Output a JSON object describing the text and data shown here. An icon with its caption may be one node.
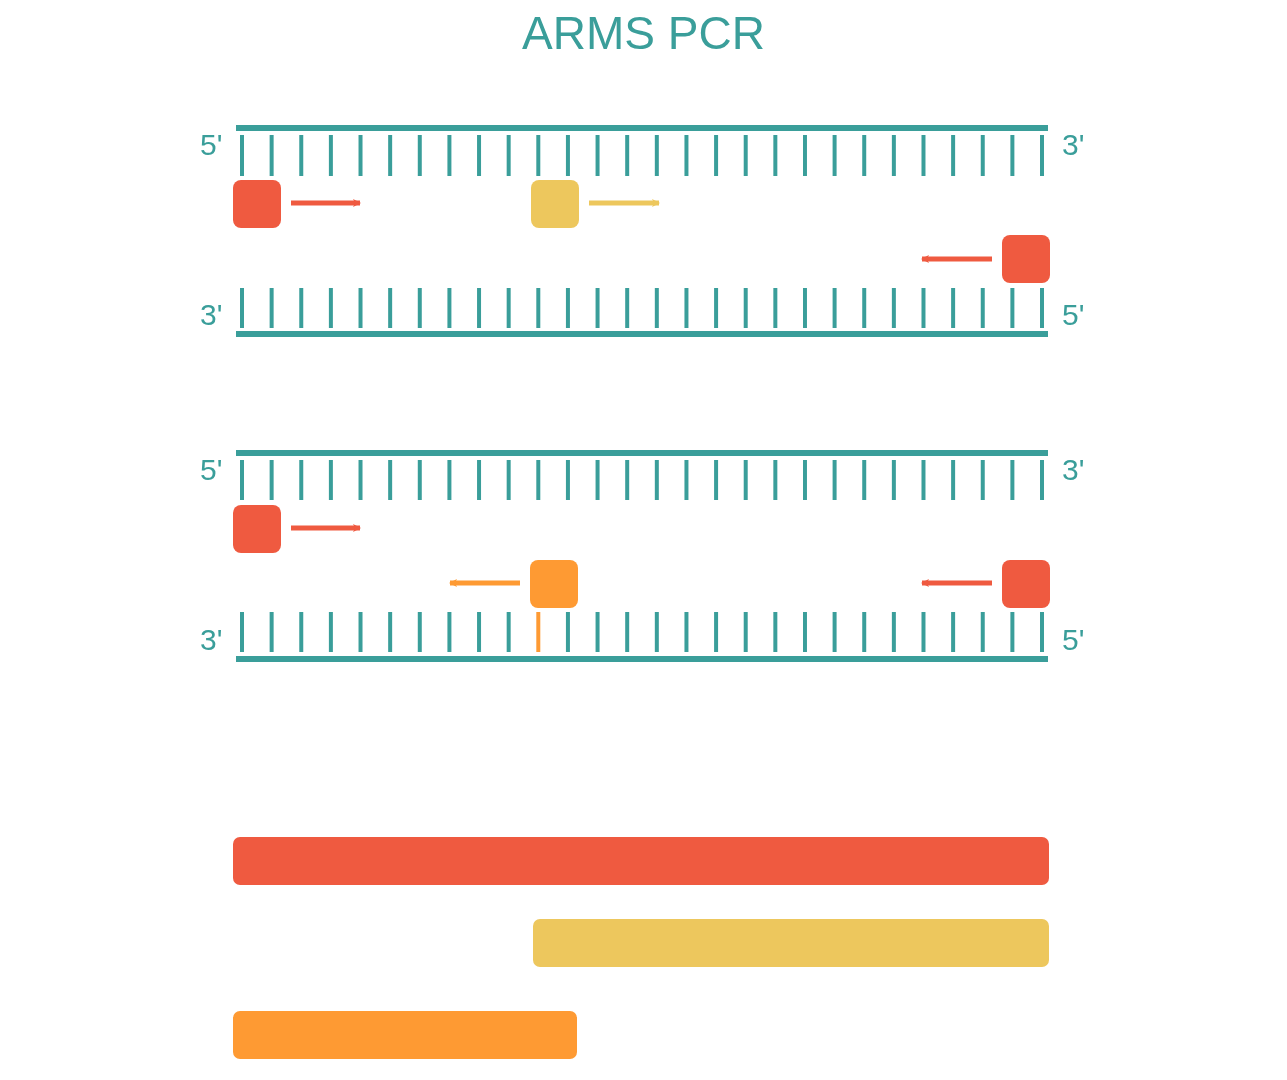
{
  "diagram": {
    "title": "ARMS PCR",
    "nodes": [
      {
        "text": [],
        "shape": "bar"
      },
      {
        "text": [],
        "shape": "bar"
      },
      {
        "text": [],
        "shape": "bar"
      }
    ],
    "labels": [
      "5'",
      "3'",
      "3'",
      "5'",
      "5'",
      "3'",
      "3'",
      "5'"
    ]
  }
}
